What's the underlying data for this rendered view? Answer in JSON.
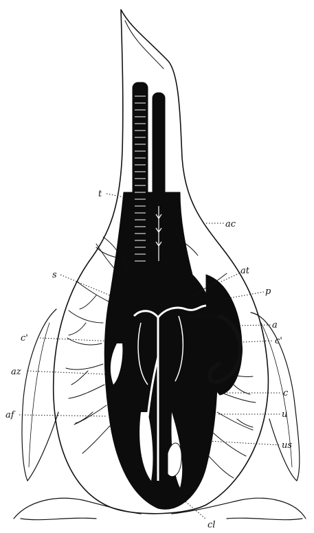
{
  "labels": {
    "t": "t",
    "ac": "ac",
    "at": "at",
    "s": "s",
    "p": "p",
    "a": "a",
    "c_prime_left": "c'",
    "c_prime_right": "c'",
    "az": "az",
    "c_right": "c",
    "af": "af",
    "u": "u",
    "us": "us",
    "cl": "cl"
  }
}
